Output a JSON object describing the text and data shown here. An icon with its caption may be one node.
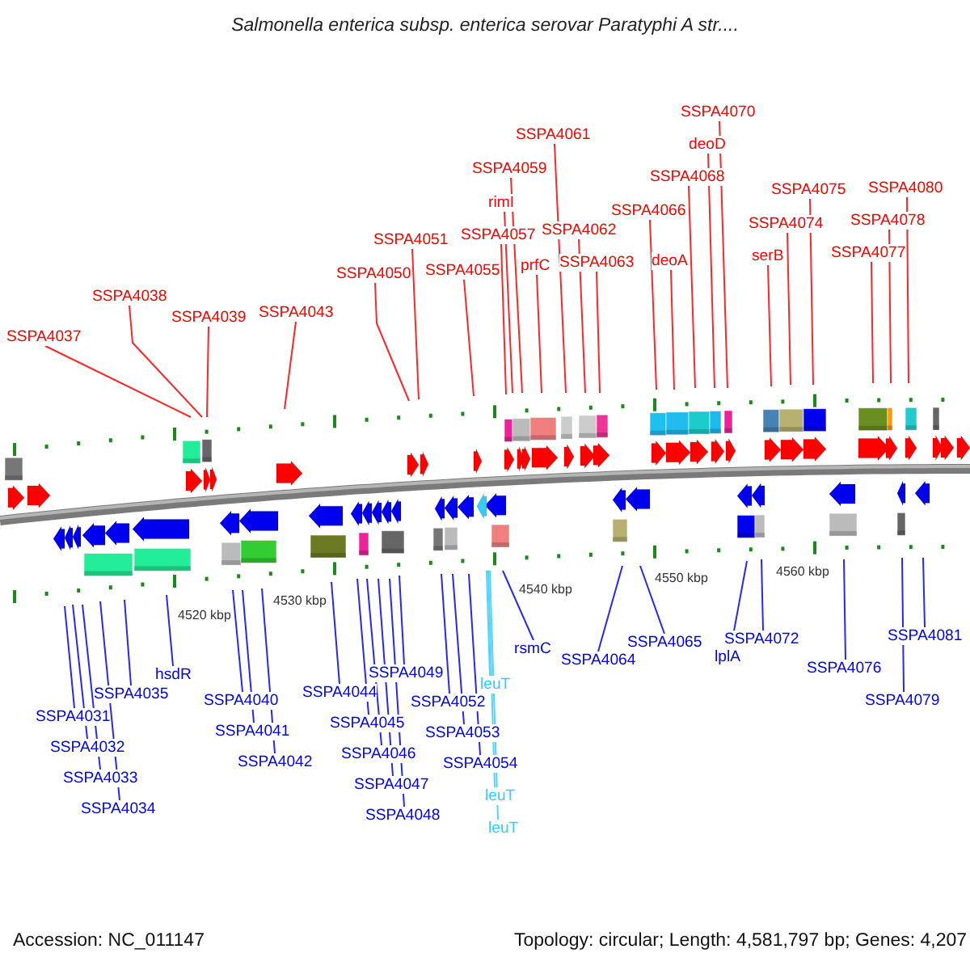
{
  "diagram": {
    "title": "Salmonella enterica subsp. enterica serovar Paratyphi A str....",
    "nodes": [
      {
        "text": [
          "SSPA4037"
        ]
      },
      {
        "text": [
          "SSPA4038"
        ]
      },
      {
        "text": [
          "SSPA4039"
        ]
      },
      {
        "text": [
          "SSPA4043"
        ]
      },
      {
        "text": [
          "SSPA4050"
        ]
      },
      {
        "text": [
          "SSPA4051"
        ]
      },
      {
        "text": [
          "SSPA4055"
        ]
      },
      {
        "text": [
          "SSPA4057"
        ]
      },
      {
        "text": [
          "rimI"
        ]
      },
      {
        "text": [
          "SSPA4059"
        ]
      },
      {
        "text": [
          "prfC"
        ]
      },
      {
        "text": [
          "SSPA4061"
        ]
      },
      {
        "text": [
          "SSPA4062"
        ]
      },
      {
        "text": [
          "SSPA4063"
        ]
      },
      {
        "text": [
          "SSPA4066"
        ]
      },
      {
        "text": [
          "deoA"
        ]
      },
      {
        "text": [
          "SSPA4068"
        ]
      },
      {
        "text": [
          "deoD"
        ]
      },
      {
        "text": [
          "SSPA4070"
        ]
      },
      {
        "text": [
          "serB"
        ]
      },
      {
        "text": [
          "SSPA4074"
        ]
      },
      {
        "text": [
          "SSPA4075"
        ]
      },
      {
        "text": [
          "SSPA4077"
        ]
      },
      {
        "text": [
          "SSPA4078"
        ]
      },
      {
        "text": [
          "SSPA4080"
        ]
      },
      {
        "text": [
          "SSPA4031"
        ]
      },
      {
        "text": [
          "SSPA4032"
        ]
      },
      {
        "text": [
          "SSPA4033"
        ]
      },
      {
        "text": [
          "SSPA4034"
        ]
      },
      {
        "text": [
          "SSPA4035"
        ]
      },
      {
        "text": [
          "hsdR"
        ]
      },
      {
        "text": [
          "SSPA4040"
        ]
      },
      {
        "text": [
          "SSPA4041"
        ]
      },
      {
        "text": [
          "SSPA4042"
        ]
      },
      {
        "text": [
          "SSPA4044"
        ]
      },
      {
        "text": [
          "SSPA4045"
        ]
      },
      {
        "text": [
          "SSPA4046"
        ]
      },
      {
        "text": [
          "SSPA4047"
        ]
      },
      {
        "text": [
          "SSPA4048"
        ]
      },
      {
        "text": [
          "SSPA4049"
        ]
      },
      {
        "text": [
          "SSPA4052"
        ]
      },
      {
        "text": [
          "SSPA4053"
        ]
      },
      {
        "text": [
          "SSPA4054"
        ]
      },
      {
        "text": [
          "leuT"
        ]
      },
      {
        "text": [
          "leuT"
        ]
      },
      {
        "text": [
          "leuT"
        ]
      },
      {
        "text": [
          "rsmC"
        ]
      },
      {
        "text": [
          "SSPA4064"
        ]
      },
      {
        "text": [
          "SSPA4065"
        ]
      },
      {
        "text": [
          "lplA"
        ]
      },
      {
        "text": [
          "SSPA4072"
        ]
      },
      {
        "text": [
          "SSPA4076"
        ]
      },
      {
        "text": [
          "SSPA4079"
        ]
      },
      {
        "text": [
          "SSPA4081"
        ]
      }
    ],
    "edges": [
      {
        "from": 0,
        "to": null,
        "arrow": "none",
        "color": "#ff0000"
      },
      {
        "from": 1,
        "to": null,
        "arrow": "none",
        "color": "#ff0000"
      },
      {
        "from": 2,
        "to": null,
        "arrow": "none",
        "color": "#ff0000"
      },
      {
        "from": 3,
        "to": null,
        "arrow": "none",
        "color": "#ff0000"
      },
      {
        "from": 4,
        "to": null,
        "arrow": "none",
        "color": "#ff0000"
      },
      {
        "from": 5,
        "to": null,
        "arrow": "none",
        "color": "#ff0000"
      },
      {
        "from": 6,
        "to": null,
        "arrow": "none",
        "color": "#ff0000"
      },
      {
        "from": 7,
        "to": null,
        "arrow": "none",
        "color": "#ff0000"
      },
      {
        "from": 8,
        "to": null,
        "arrow": "none",
        "color": "#ff0000"
      },
      {
        "from": 9,
        "to": null,
        "arrow": "none",
        "color": "#ff0000"
      },
      {
        "from": 10,
        "to": null,
        "arrow": "none",
        "color": "#ff0000"
      },
      {
        "from": 11,
        "to": null,
        "arrow": "none",
        "color": "#ff0000"
      },
      {
        "from": 12,
        "to": null,
        "arrow": "none",
        "color": "#ff0000"
      },
      {
        "from": 13,
        "to": null,
        "arrow": "none",
        "color": "#ff0000"
      },
      {
        "from": 14,
        "to": null,
        "arrow": "none",
        "color": "#ff0000"
      },
      {
        "from": 15,
        "to": null,
        "arrow": "none",
        "color": "#ff0000"
      },
      {
        "from": 16,
        "to": null,
        "arrow": "none",
        "color": "#ff0000"
      },
      {
        "from": 17,
        "to": null,
        "arrow": "none",
        "color": "#ff0000"
      },
      {
        "from": 18,
        "to": null,
        "arrow": "none",
        "color": "#ff0000"
      },
      {
        "from": 19,
        "to": null,
        "arrow": "none",
        "color": "#ff0000"
      },
      {
        "from": 20,
        "to": null,
        "arrow": "none",
        "color": "#ff0000"
      },
      {
        "from": 21,
        "to": null,
        "arrow": "none",
        "color": "#ff0000"
      },
      {
        "from": 22,
        "to": null,
        "arrow": "none",
        "color": "#ff0000"
      },
      {
        "from": 23,
        "to": null,
        "arrow": "none",
        "color": "#ff0000"
      },
      {
        "from": 24,
        "to": null,
        "arrow": "none",
        "color": "#ff0000"
      },
      {
        "from": 25,
        "to": null,
        "arrow": "none"
      },
      {
        "from": 26,
        "to": null,
        "arrow": "none"
      },
      {
        "from": 27,
        "to": null,
        "arrow": "none"
      },
      {
        "from": 28,
        "to": null,
        "arrow": "none"
      },
      {
        "from": 29,
        "to": null,
        "arrow": "none"
      },
      {
        "from": 30,
        "to": null,
        "arrow": "none"
      },
      {
        "from": 31,
        "to": null,
        "arrow": "none"
      },
      {
        "from": 32,
        "to": null,
        "arrow": "none"
      },
      {
        "from": 33,
        "to": null,
        "arrow": "none"
      },
      {
        "from": 34,
        "to": null,
        "arrow": "none"
      },
      {
        "from": 35,
        "to": null,
        "arrow": "none"
      },
      {
        "from": 36,
        "to": null,
        "arrow": "none"
      },
      {
        "from": 37,
        "to": null,
        "arrow": "none"
      },
      {
        "from": 38,
        "to": null,
        "arrow": "none"
      },
      {
        "from": 39,
        "to": null,
        "arrow": "none"
      },
      {
        "from": 40,
        "to": null,
        "arrow": "none"
      },
      {
        "from": 41,
        "to": null,
        "arrow": "none"
      },
      {
        "from": 42,
        "to": null,
        "arrow": "none"
      },
      {
        "from": 43,
        "to": null,
        "arrow": "none",
        "color": "#33ccff"
      },
      {
        "from": 44,
        "to": null,
        "arrow": "none",
        "color": "#33ccff"
      },
      {
        "from": 45,
        "to": null,
        "arrow": "none",
        "color": "#33ccff"
      },
      {
        "from": 46,
        "to": null,
        "arrow": "none"
      },
      {
        "from": 47,
        "to": null,
        "arrow": "none"
      },
      {
        "from": 48,
        "to": null,
        "arrow": "none"
      },
      {
        "from": 49,
        "to": null,
        "arrow": "none"
      },
      {
        "from": 50,
        "to": null,
        "arrow": "none"
      },
      {
        "from": 51,
        "to": null,
        "arrow": "none"
      },
      {
        "from": 52,
        "to": null,
        "arrow": "none"
      },
      {
        "from": 53,
        "to": null,
        "arrow": "none"
      }
    ],
    "labels": [
      "4520 kbp",
      "4530 kbp",
      "4540 kbp",
      "4550 kbp",
      "4560 kbp",
      "Accession: NC_011147",
      "Topology: circular; Length: 4,581,797 bp; Genes: 4,207"
    ]
  }
}
